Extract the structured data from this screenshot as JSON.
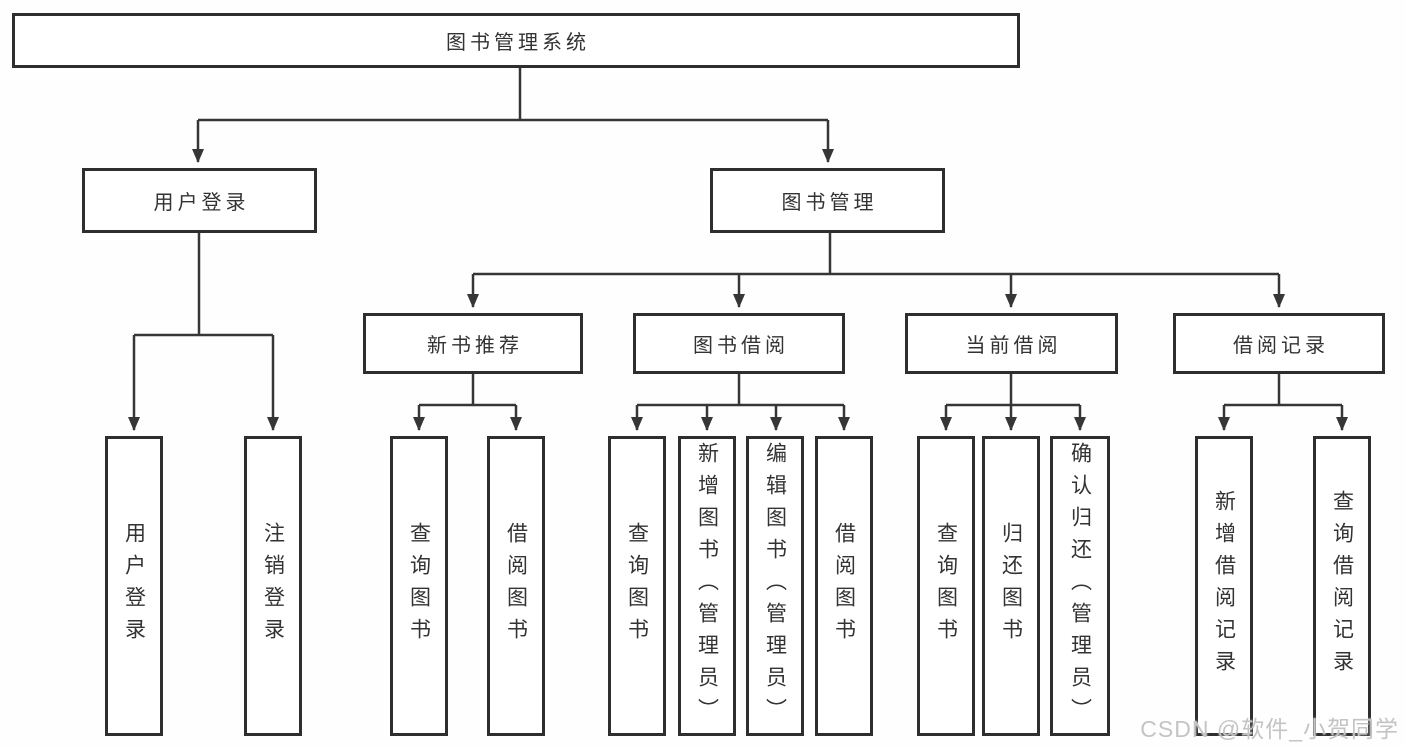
{
  "diagram": {
    "tree": {
      "root": {
        "label": "图书管理系统"
      },
      "level1": [
        {
          "label": "用户登录",
          "children": [
            {
              "label": "用户登录"
            },
            {
              "label": "注销登录"
            }
          ]
        },
        {
          "label": "图书管理",
          "children": [
            {
              "label": "新书推荐",
              "children": [
                {
                  "label": "查询图书"
                },
                {
                  "label": "借阅图书"
                }
              ]
            },
            {
              "label": "图书借阅",
              "children": [
                {
                  "label": "查询图书"
                },
                {
                  "label": "新增图书（管理员）"
                },
                {
                  "label": "编辑图书（管理员）"
                },
                {
                  "label": "借阅图书"
                }
              ]
            },
            {
              "label": "当前借阅",
              "children": [
                {
                  "label": "查询图书"
                },
                {
                  "label": "归还图书"
                },
                {
                  "label": "确认归还（管理员）"
                }
              ]
            },
            {
              "label": "借阅记录",
              "children": [
                {
                  "label": "新增借阅记录"
                },
                {
                  "label": "查询借阅记录"
                }
              ]
            }
          ]
        }
      ]
    }
  },
  "watermark": {
    "text": "CSDN @软件_小贺同学"
  },
  "colors": {
    "line": "#363636",
    "border": "#2e2e2e",
    "text": "#333333",
    "watermark": "#c4c4c4",
    "background": "#fefefe"
  }
}
